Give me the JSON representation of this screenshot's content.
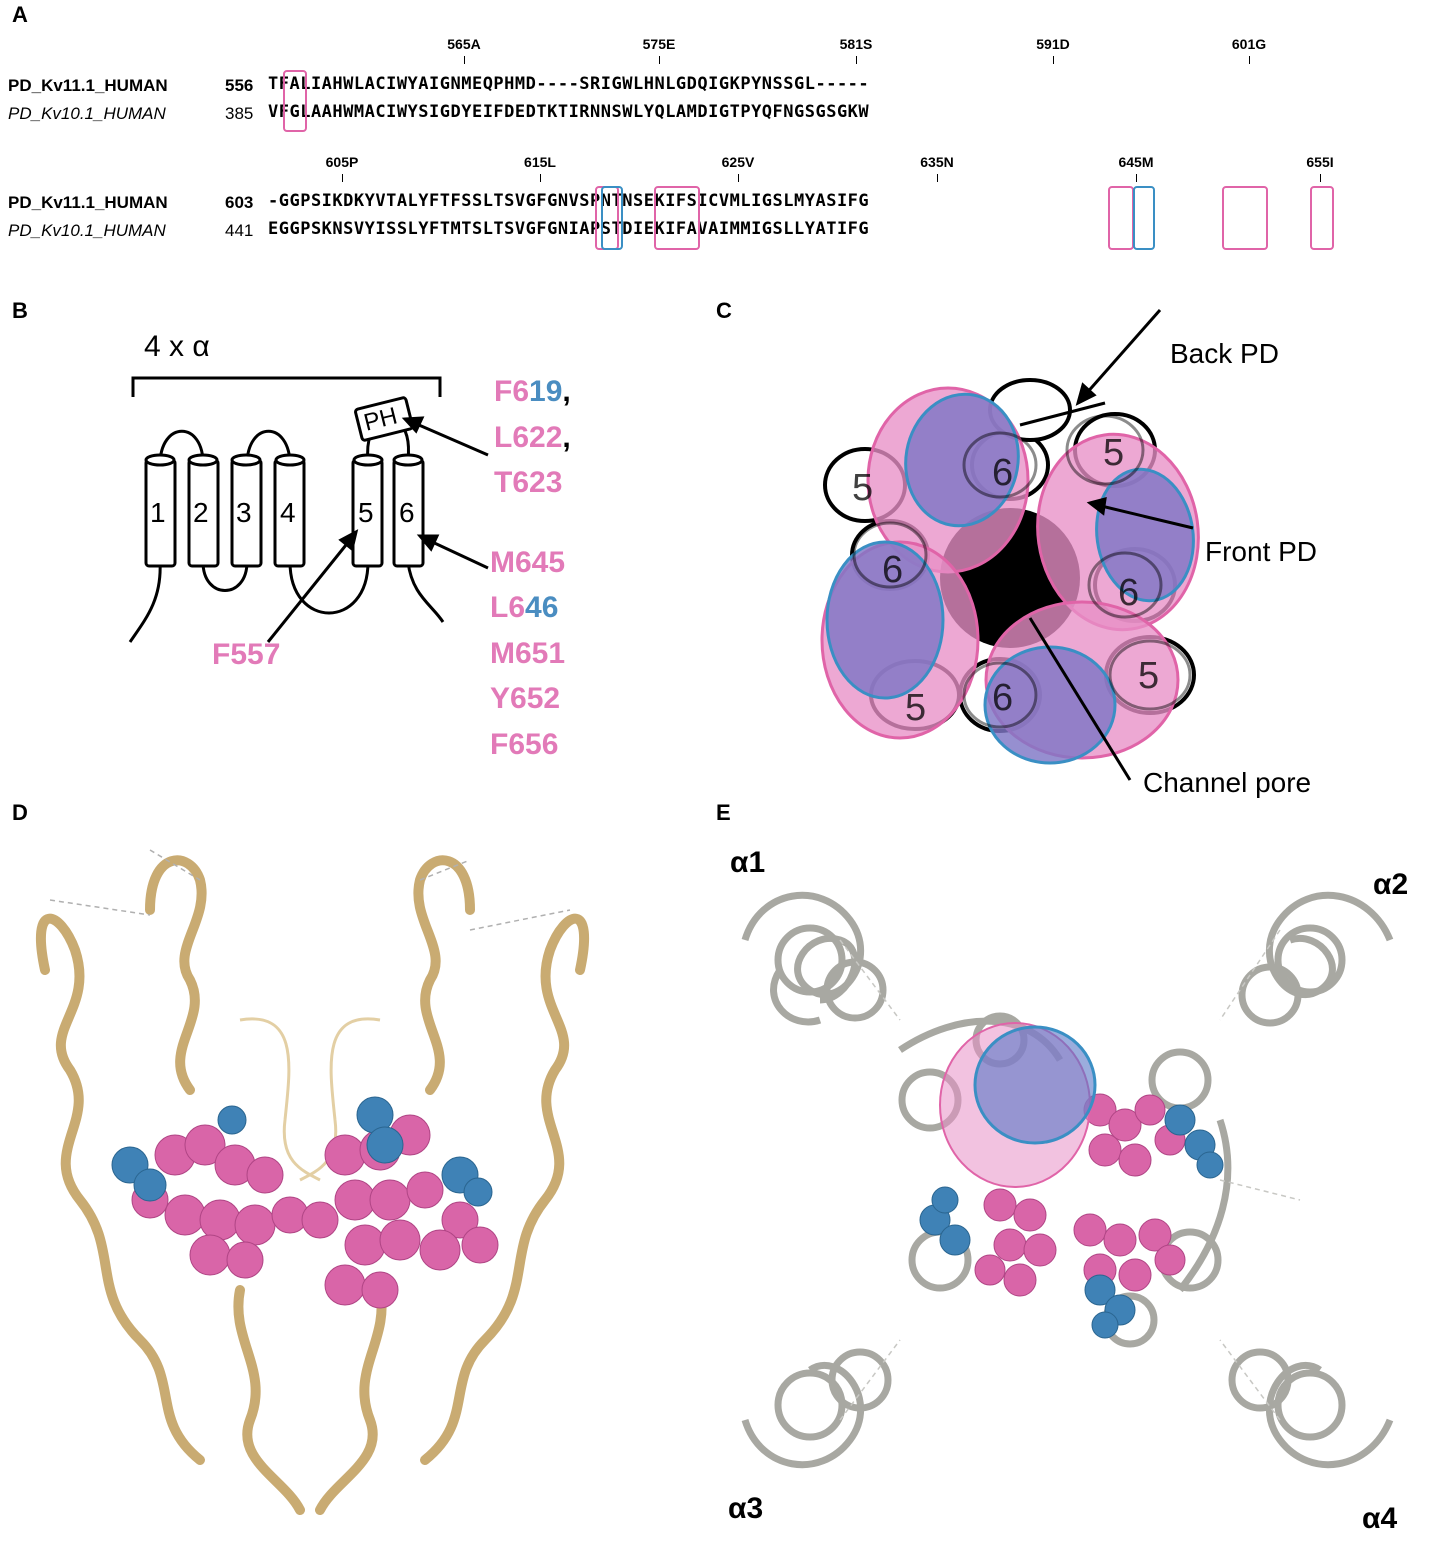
{
  "panels": {
    "a": "A",
    "b": "B",
    "c": "C",
    "d": "D",
    "e": "E"
  },
  "alignment": {
    "block1": {
      "ticks": [
        "565A",
        "575E",
        "581S",
        "591D",
        "601G"
      ],
      "row1": {
        "name": "PD_Kv11.1_HUMAN",
        "num": "556",
        "seq": "TFALIAHWLACIWYAIGNMEQPHMD----SRIGWLHNLGDQIGKPYNSSGL-----"
      },
      "row2": {
        "name": "PD_Kv10.1_HUMAN",
        "num": "385",
        "seq": "VFGLAAHWMACIWYSIGDYEIFDEDTKTIRNNSWLYQLAMDIGTPYQFNGSGSGKW"
      }
    },
    "block2": {
      "ticks": [
        "605P",
        "615L",
        "625V",
        "635N",
        "645M",
        "655I"
      ],
      "row1": {
        "name": "PD_Kv11.1_HUMAN",
        "num": "603",
        "seq": "-GGPSIKDKYVTALYFTFSSLTSVGFGNVSPNTNSEKIFSICVMLIGSLMYASIFG"
      },
      "row2": {
        "name": "PD_Kv10.1_HUMAN",
        "num": "441",
        "seq": "EGGPSKNSVYISSLYFTMTSLTSVGFGNIAPSTDIEKIFAVAIMMIGSLLYATIFG"
      }
    }
  },
  "panel_b": {
    "tetramer": "4 x α",
    "helices": [
      "1",
      "2",
      "3",
      "4",
      "5",
      "6"
    ],
    "ph": "PH",
    "residues_top": [
      {
        "pink": "F6",
        "blue": "19",
        "suffix": ","
      },
      {
        "pink": "L622",
        "blue": "",
        "suffix": ","
      },
      {
        "pink": "T623",
        "blue": "",
        "suffix": ""
      }
    ],
    "residues_bottom": [
      {
        "pink": "M645",
        "blue": ""
      },
      {
        "pink": "L6",
        "blue": "46"
      },
      {
        "pink": "M651",
        "blue": ""
      },
      {
        "pink": "Y652",
        "blue": ""
      },
      {
        "pink": "F656",
        "blue": ""
      }
    ],
    "residue_left": "F557"
  },
  "panel_c": {
    "back_pd": "Back PD",
    "front_pd": "Front PD",
    "channel_pore": "Channel pore",
    "digits": [
      "5",
      "6"
    ]
  },
  "panel_e": {
    "subunits": [
      "α1",
      "α2",
      "α3",
      "α4"
    ]
  },
  "colors": {
    "pink": "#e27ab8",
    "blue": "#4a8dc1",
    "tan": "#d9bf8c",
    "grey": "#a8a8a2"
  }
}
